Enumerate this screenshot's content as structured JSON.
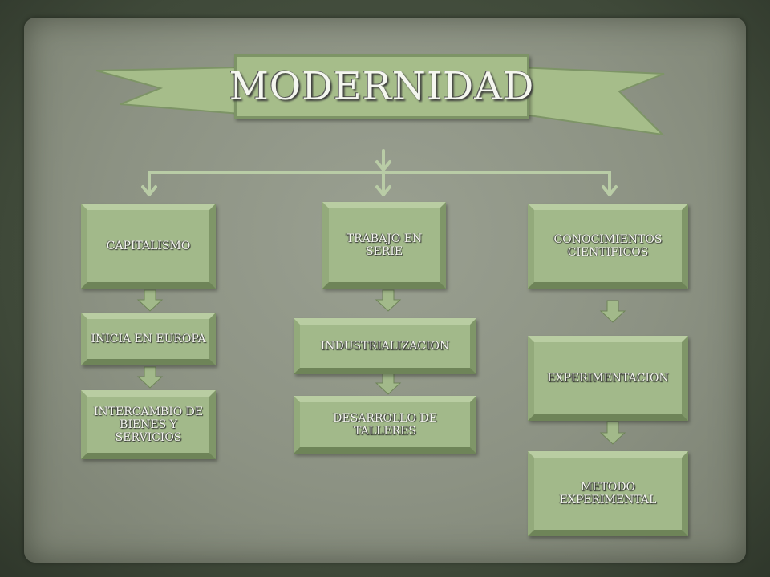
{
  "title": "MODERNIDAD",
  "colors": {
    "node": "#a2b98a",
    "arrow": "#b9cca6",
    "board": "#8c9283"
  },
  "columns": [
    {
      "head": "CAPITALISMO",
      "steps": [
        "INICIA  EN EUROPA",
        "INTERCAMBIO DE BIENES Y SERVICIOS"
      ]
    },
    {
      "head": "TRABAJO EN SERIE",
      "steps": [
        "INDUSTRIALIZACION",
        "DESARROLLO DE TALLERES"
      ]
    },
    {
      "head": "CONOCIMIENTOS CIENTIFICOS",
      "steps": [
        "EXPERIMENTACION",
        "METODO EXPERIMENTAL"
      ]
    }
  ]
}
